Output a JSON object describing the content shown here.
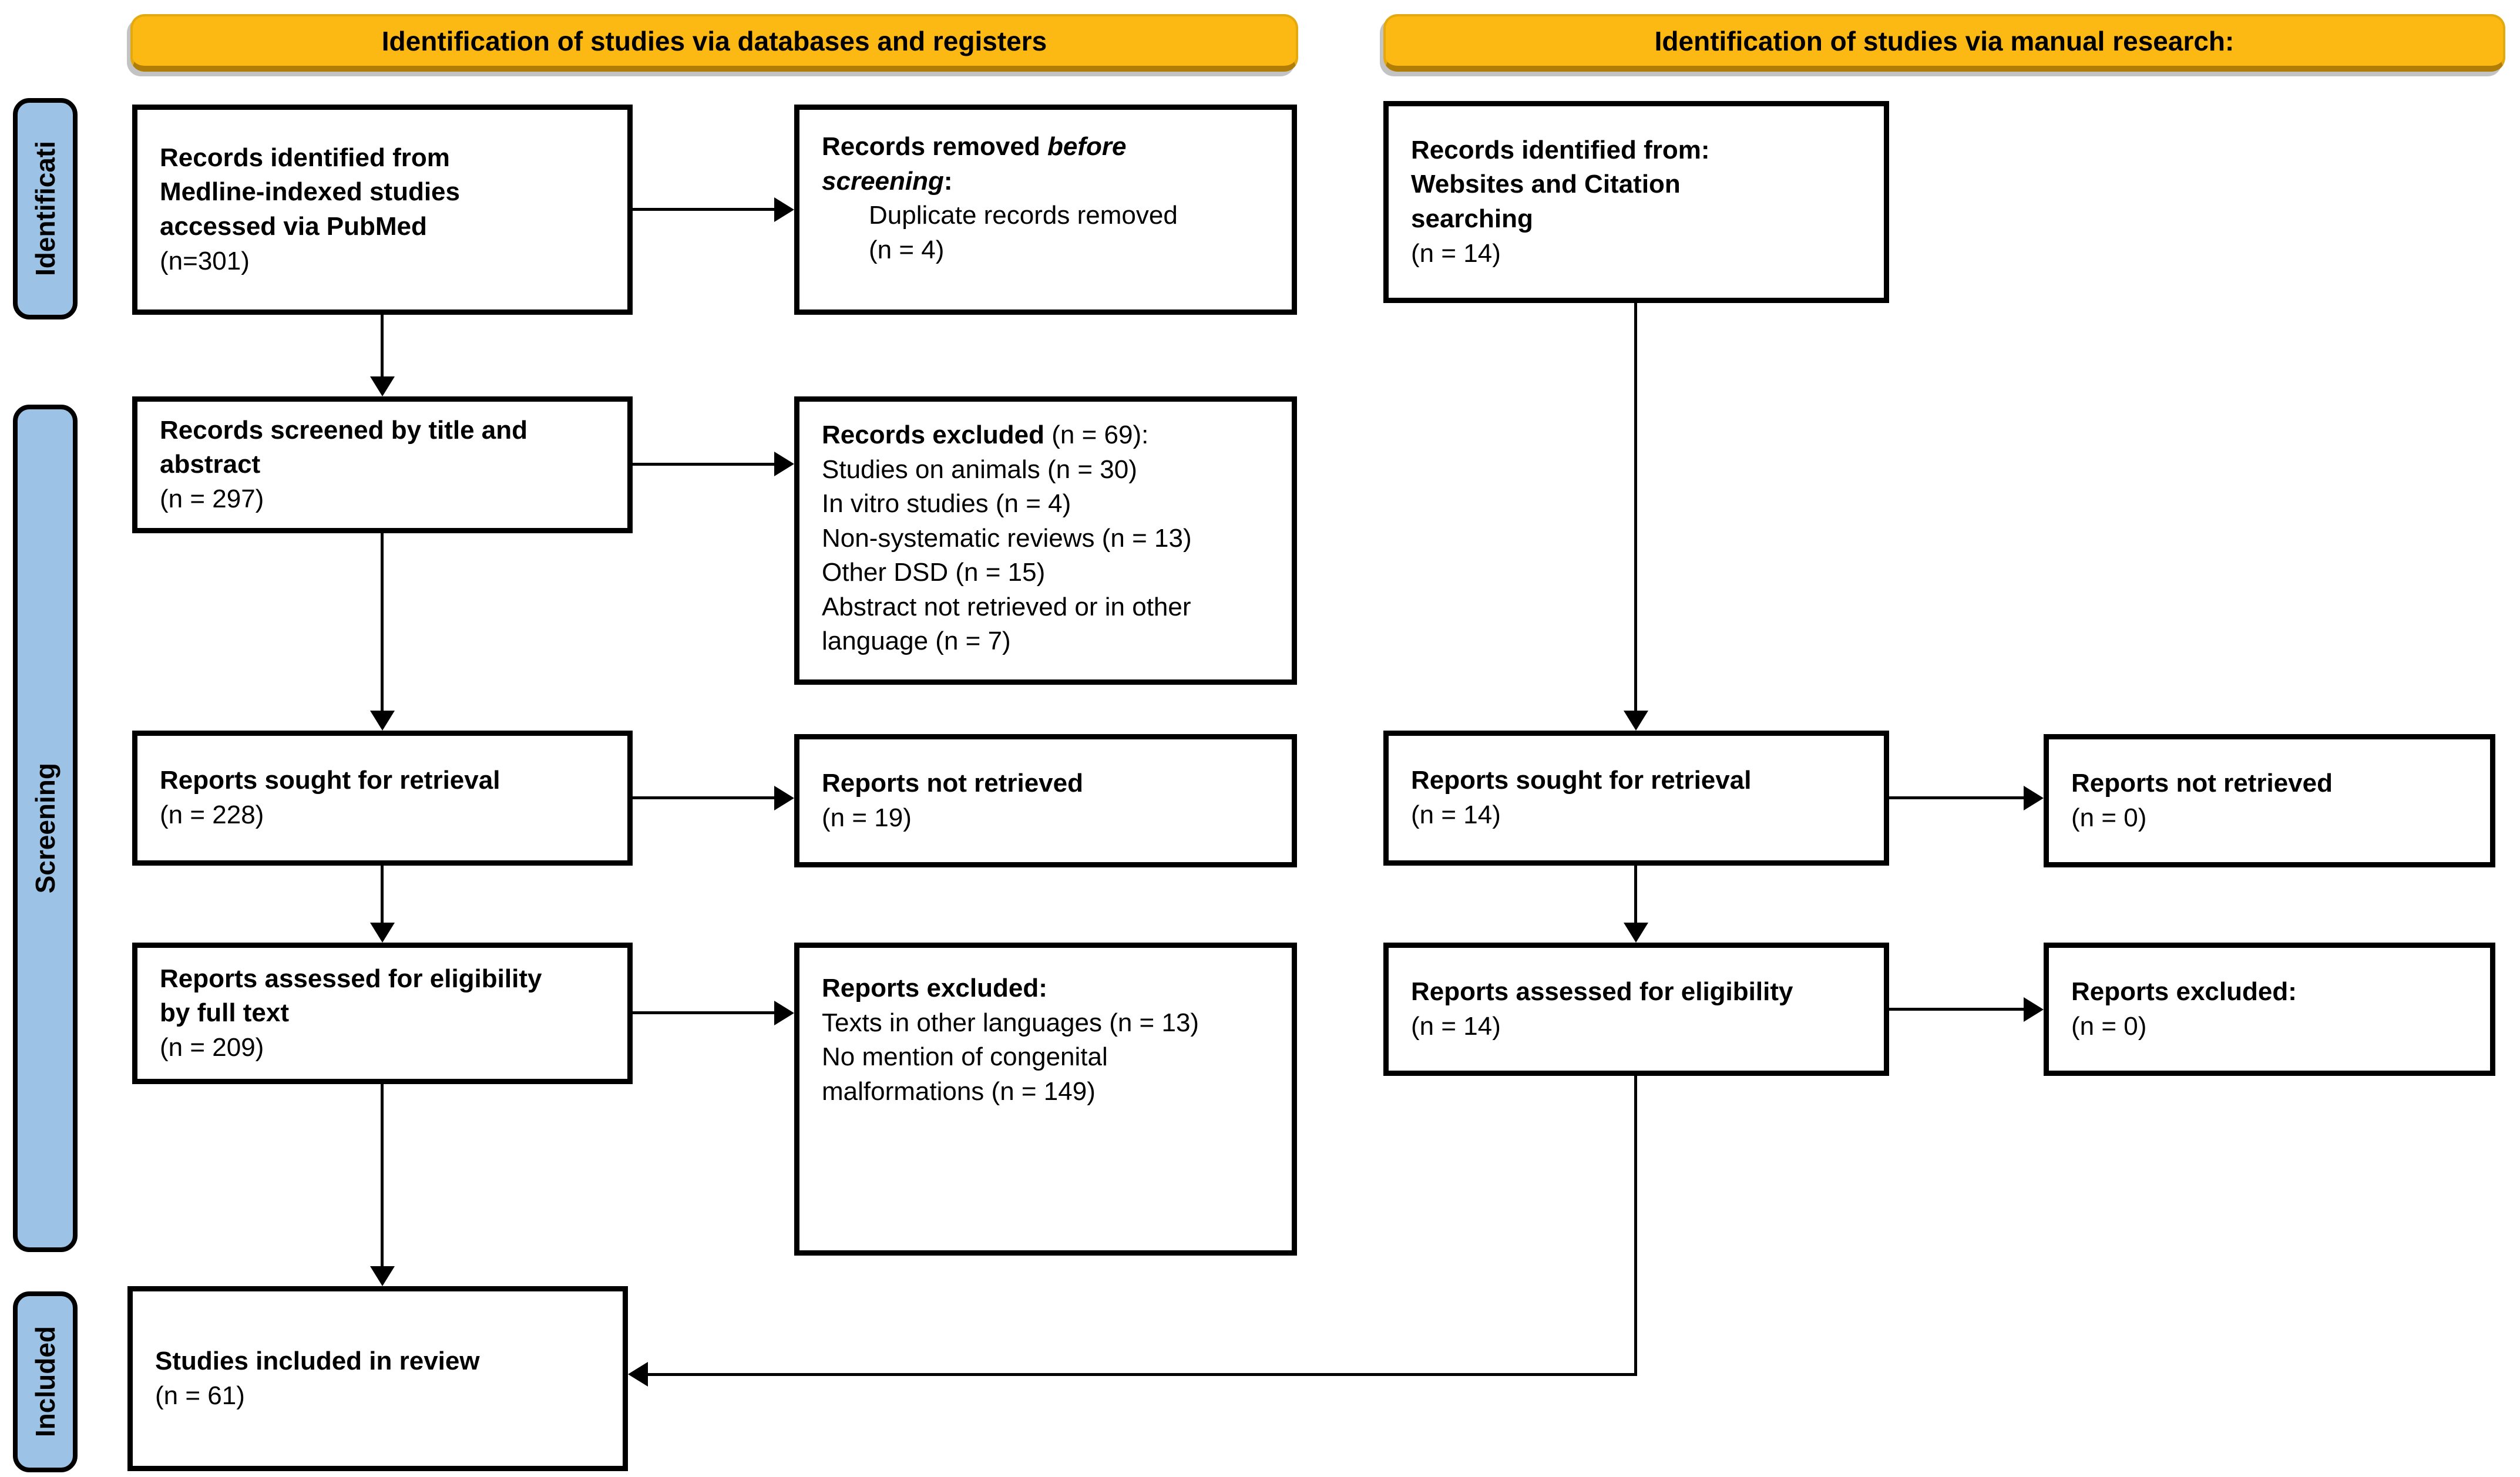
{
  "banners": {
    "left": "Identification of studies via databases and registers",
    "right": "Identification of studies via manual research:"
  },
  "sidebar": {
    "identification": "Identificati",
    "screening": "Screening",
    "included": "Included"
  },
  "colors": {
    "banner_fill": "#FDB913",
    "sidebar_fill": "#9CC3E6",
    "line": "#000000"
  },
  "left_flow": {
    "identified": {
      "lines": [
        "Records identified from",
        "Medline-indexed studies",
        "accessed via PubMed"
      ],
      "count": "(n=301)"
    },
    "screened": {
      "lines": [
        "Records screened by title and",
        "abstract"
      ],
      "count": "(n = 297)"
    },
    "sought": {
      "lines": [
        "Reports sought for retrieval"
      ],
      "count": "(n = 228)"
    },
    "assessed": {
      "lines": [
        "Reports assessed for eligibility",
        "by full text"
      ],
      "count": "(n = 209)"
    },
    "included": {
      "lines": [
        "Studies included in review"
      ],
      "count": "(n = 61)"
    }
  },
  "left_side_boxes": {
    "removed_before_screening": {
      "bold_prefix": "Records removed ",
      "italic_line1": "before",
      "italic_line2": "screening",
      "colon": ":",
      "detail": "Duplicate records removed",
      "count": "(n = 4)"
    },
    "records_excluded": {
      "bold": "Records excluded",
      "suffix": " (n = 69):",
      "reasons": [
        "Studies on animals (n = 30)",
        "In vitro studies (n = 4)",
        "Non-systematic reviews (n = 13)",
        "Other DSD (n = 15)",
        "Abstract not retrieved or in other language (n = 7)"
      ]
    },
    "not_retrieved": {
      "bold": "Reports not retrieved",
      "count": "(n = 19)"
    },
    "reports_excluded": {
      "bold": "Reports excluded:",
      "reasons": [
        "Texts in other languages (n = 13)",
        "No mention of congenital malformations (n = 149)"
      ]
    }
  },
  "right_flow": {
    "identified": {
      "lines": [
        "Records identified from:",
        "Websites and Citation",
        "searching"
      ],
      "count": "(n = 14)"
    },
    "sought": {
      "lines": [
        "Reports sought for retrieval"
      ],
      "count": "(n = 14)"
    },
    "assessed": {
      "lines": [
        "Reports assessed for eligibility"
      ],
      "count": "(n = 14)"
    }
  },
  "right_side_boxes": {
    "not_retrieved": {
      "bold": "Reports not retrieved",
      "count": "(n = 0)"
    },
    "reports_excluded": {
      "bold": "Reports excluded:",
      "count": "(n = 0)"
    }
  }
}
